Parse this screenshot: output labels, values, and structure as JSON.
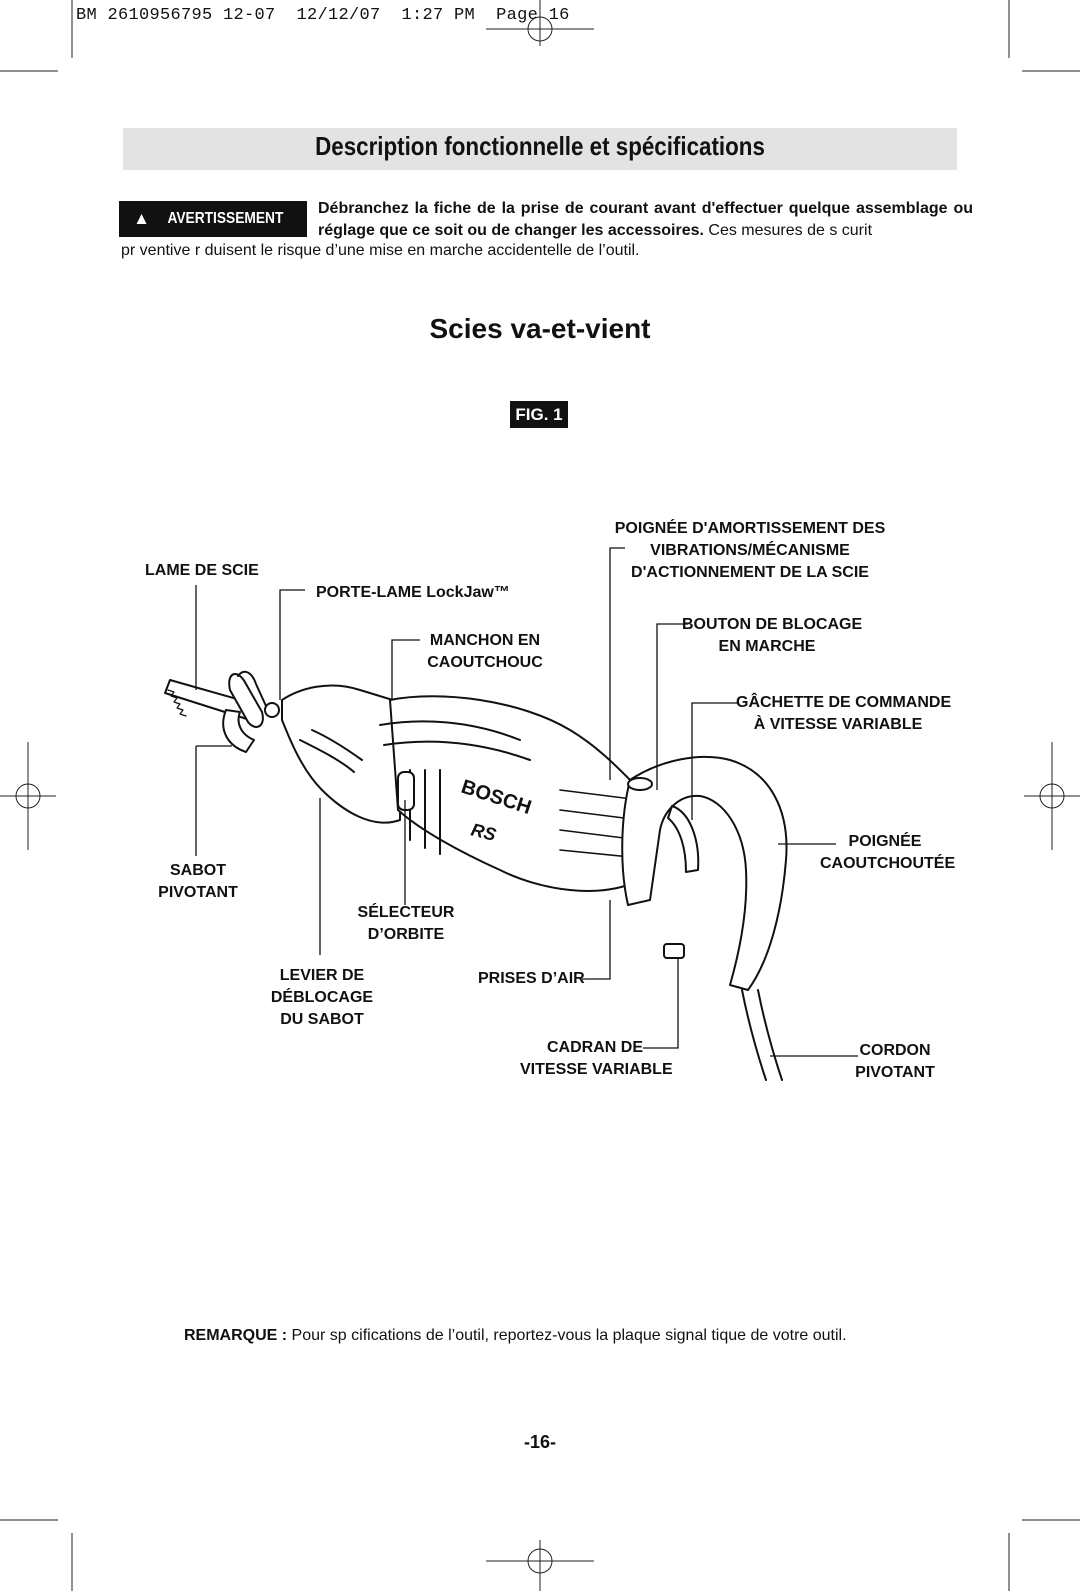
{
  "print_header": "BM 2610956795 12-07  12/12/07  1:27 PM  Page 16",
  "section_title": "Description fonctionnelle et spécifications",
  "warning": {
    "badge_label": "AVERTISSEMENT",
    "bold_text": "Débranchez la fiche de la prise de courant avant d'effectuer quelque assemblage ou réglage que ce soit ou de changer les accessoires.",
    "normal_text": " Ces mesures de s curit",
    "continuation": "pr ventive r duisent le risque d’une mise en marche accidentelle de l’outil."
  },
  "subtitle": "Scies va-et-vient",
  "figure_label": "FIG. 1",
  "callouts": {
    "saw_blade": "LAME DE SCIE",
    "blade_holder": "PORTE-LAME LockJaw™",
    "rubber_sleeve": [
      "MANCHON EN",
      "CAOUTCHOUC"
    ],
    "vibration_handle": [
      "POIGNÉE D'AMORTISSEMENT DES",
      "VIBRATIONS/MÉCANISME",
      "D'ACTIONNEMENT DE LA SCIE"
    ],
    "lock_on_button": [
      "BOUTON DE BLOCAGE",
      "EN MARCHE"
    ],
    "trigger": [
      "GÂCHETTE DE COMMANDE",
      "À VITESSE VARIABLE"
    ],
    "rubber_grip": [
      "POIGNÉE",
      "CAOUTCHOUTÉE"
    ],
    "pivot_shoe": [
      "SABOT",
      "PIVOTANT"
    ],
    "orbit_selector": [
      "SÉLECTEUR",
      "D’ORBITE"
    ],
    "shoe_release": [
      "LEVIER DE",
      "DÉBLOCAGE",
      "DU SABOT"
    ],
    "air_vents": "PRISES D’AIR",
    "speed_dial": [
      "CADRAN DE",
      "VITESSE VARIABLE"
    ],
    "swivel_cord": [
      "CORDON",
      "PIVOTANT"
    ]
  },
  "tool_brand": "BOSCH",
  "tool_model": "RS",
  "note": {
    "label": "REMARQUE :",
    "text": " Pour sp cifications de l’outil, reportez-vous   la plaque signal tique de votre outil."
  },
  "page_number": "-16-"
}
